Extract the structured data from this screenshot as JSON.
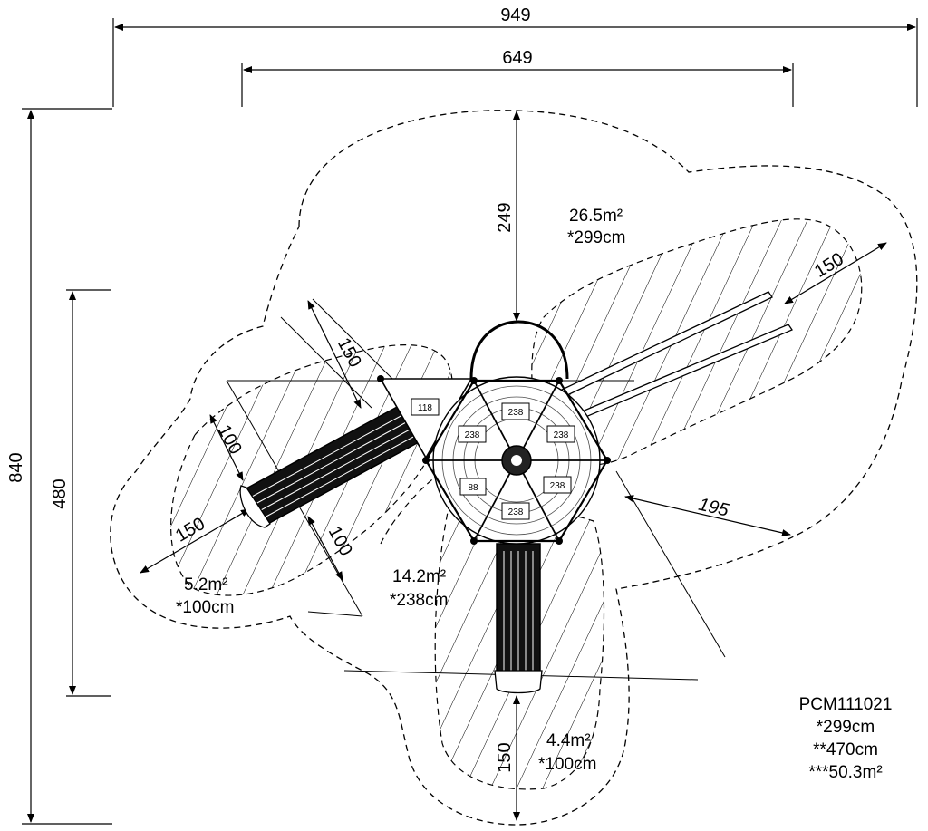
{
  "product": {
    "code": "PCM111021",
    "free_height": "*299cm",
    "fall_height": "**470cm",
    "total_area": "***50.3m²"
  },
  "dimensions": {
    "overall_width": "949",
    "structure_width": "649",
    "overall_depth": "840",
    "left_depth": "480",
    "top_clearance": "249",
    "right_zone_width": "150",
    "left_zone_width": "150",
    "left_slide_width_a": "100",
    "left_slide_width_b": "100",
    "left_slide_end": "150",
    "right_diagonal": "195",
    "bottom_slide_end": "150"
  },
  "zones": [
    {
      "area": "26.5m²",
      "height": "*299cm"
    },
    {
      "area": "5.2m²",
      "height": "*100cm"
    },
    {
      "area": "14.2m²",
      "height": "*238cm"
    },
    {
      "area": "4.4m²",
      "height": "*100cm"
    }
  ],
  "platforms": {
    "labels": [
      "118",
      "238",
      "238",
      "238",
      "88",
      "238",
      "238"
    ]
  }
}
